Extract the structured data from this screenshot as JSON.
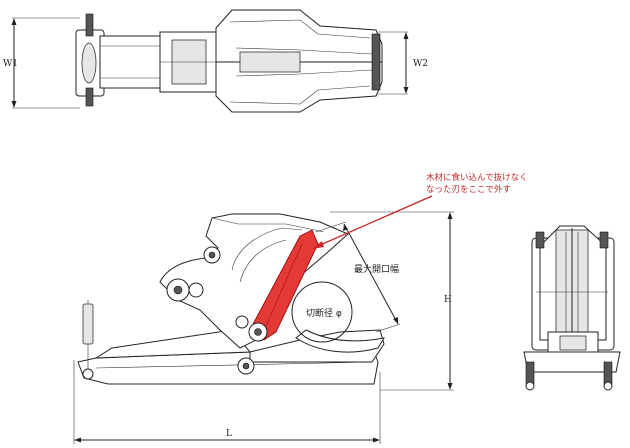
{
  "dimensions": {
    "w1": "W1",
    "w2": "W2",
    "h": "H",
    "l": "L"
  },
  "labels": {
    "max_opening_width": "最大開口幅",
    "cutting_diameter": "切断径 φ"
  },
  "annotation": {
    "line1": "木材に食い込んで抜けなく",
    "line2": "なった刃をここで外す",
    "color": "#c62828"
  },
  "highlight_color": "#e53935"
}
